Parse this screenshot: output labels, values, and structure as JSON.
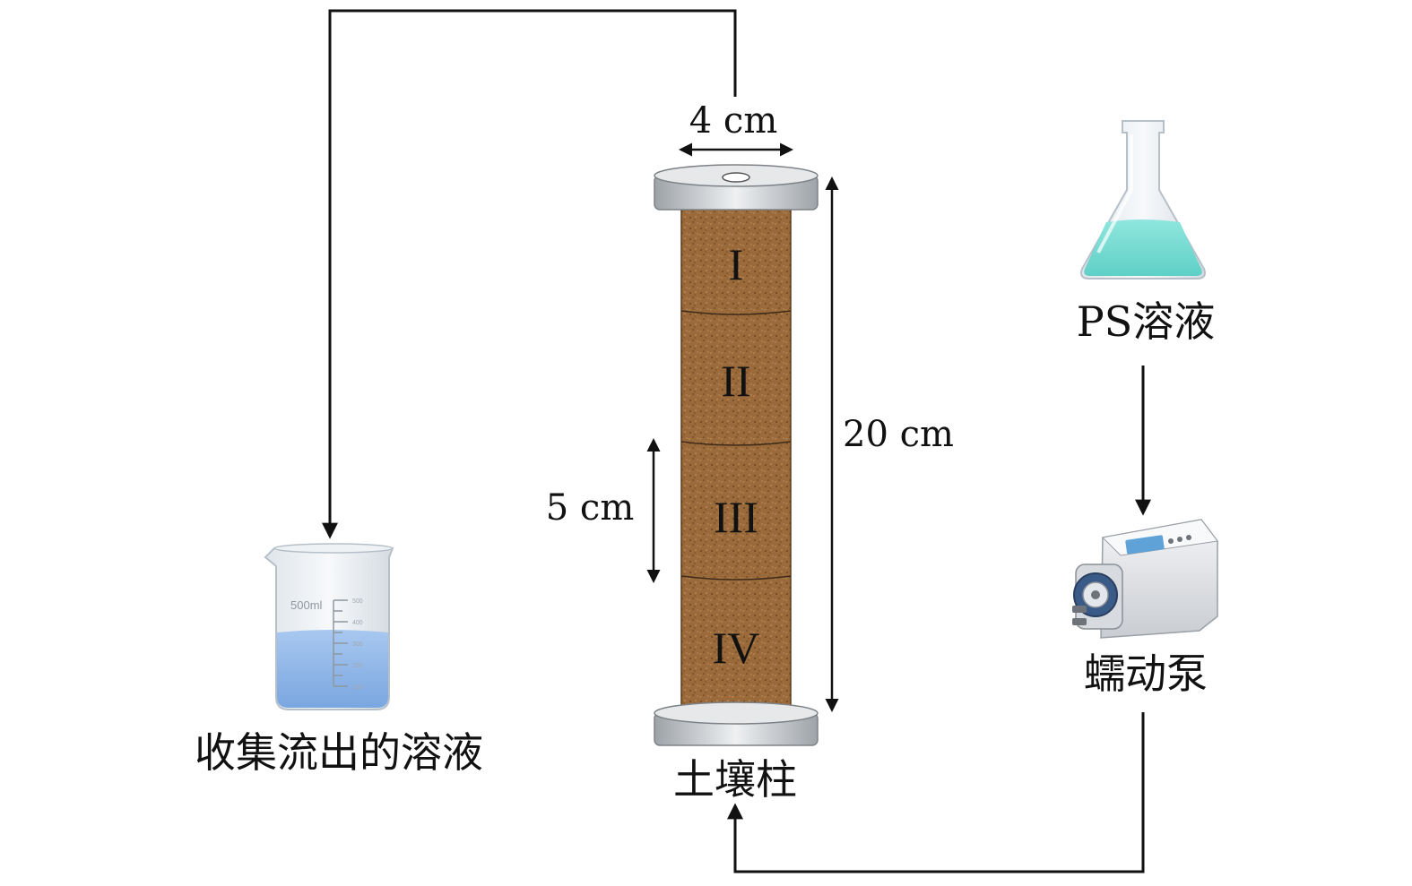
{
  "labels": {
    "beaker": "收集流出的溶液",
    "column": "土壤柱",
    "flask": "PS溶液",
    "pump": "蠕动泵"
  },
  "dimensions": {
    "width": "4 cm",
    "height": "20 cm",
    "segment": "5 cm"
  },
  "segments": [
    "I",
    "II",
    "III",
    "IV"
  ],
  "beaker_marks": {
    "capacity": "500ml",
    "ticks": [
      "500",
      "400",
      "300",
      "200",
      "100"
    ]
  },
  "colors": {
    "line": "#111111",
    "soil": "#9a6a3a",
    "soil_dark": "#6e4622",
    "cap": "#c8cbcf",
    "flask_liquid": "#6fd9cf",
    "beaker_liquid": "#8fb6e8"
  }
}
